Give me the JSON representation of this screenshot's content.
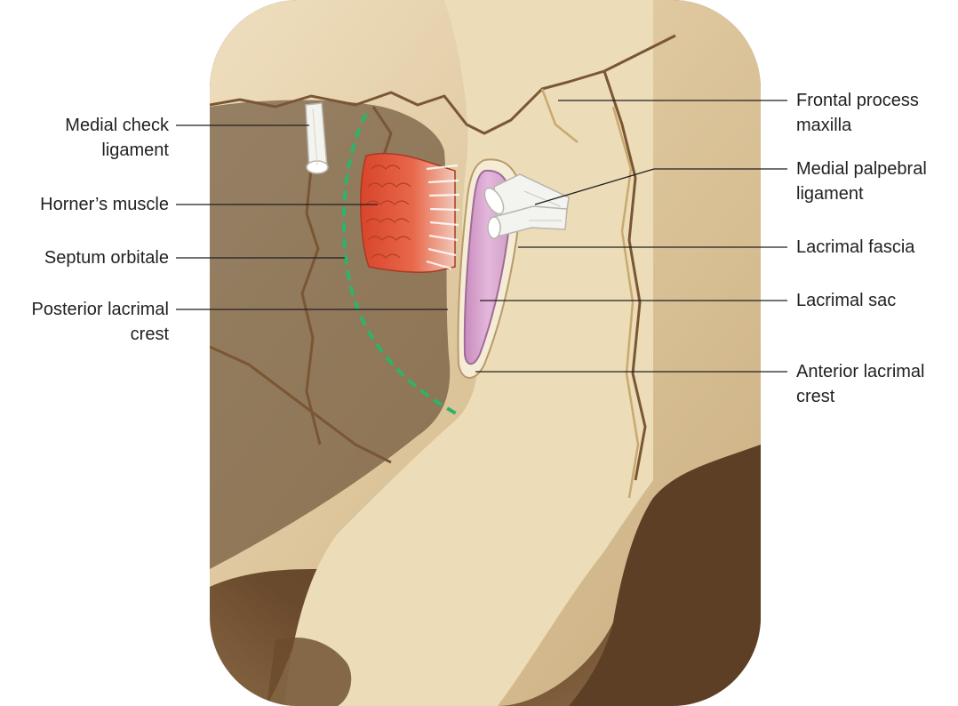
{
  "labels": {
    "medial_check_ligament": {
      "line1": "Medial check",
      "line2": "ligament"
    },
    "horners_muscle": {
      "line1": "Horner’s muscle"
    },
    "septum_orbitale": {
      "line1": "Septum orbitale"
    },
    "posterior_lacrimal_crest": {
      "line1": "Posterior lacrimal",
      "line2": "crest"
    },
    "frontal_process_maxilla": {
      "line1": "Frontal process",
      "line2": "maxilla"
    },
    "medial_palpebral_ligament": {
      "line1": "Medial palpebral",
      "line2": "ligament"
    },
    "lacrimal_fascia": {
      "line1": "Lacrimal fascia"
    },
    "lacrimal_sac": {
      "line1": "Lacrimal sac"
    },
    "anterior_lacrimal_crest": {
      "line1": "Anterior lacrimal",
      "line2": "crest"
    }
  },
  "colors": {
    "background": "#ffffff",
    "orbit_shadow": "#5c3f24",
    "bone": "#dcc49a",
    "bone_highlight": "#efdfbf",
    "suture": "#7a5634",
    "muscle": "#e0553a",
    "ligament": "#f3f3f0",
    "lacrimal_sac": "#d9a6cf",
    "septum_dashes": "#2fb26a",
    "leader_lines": "#231f20",
    "label_text": "#231f20"
  }
}
